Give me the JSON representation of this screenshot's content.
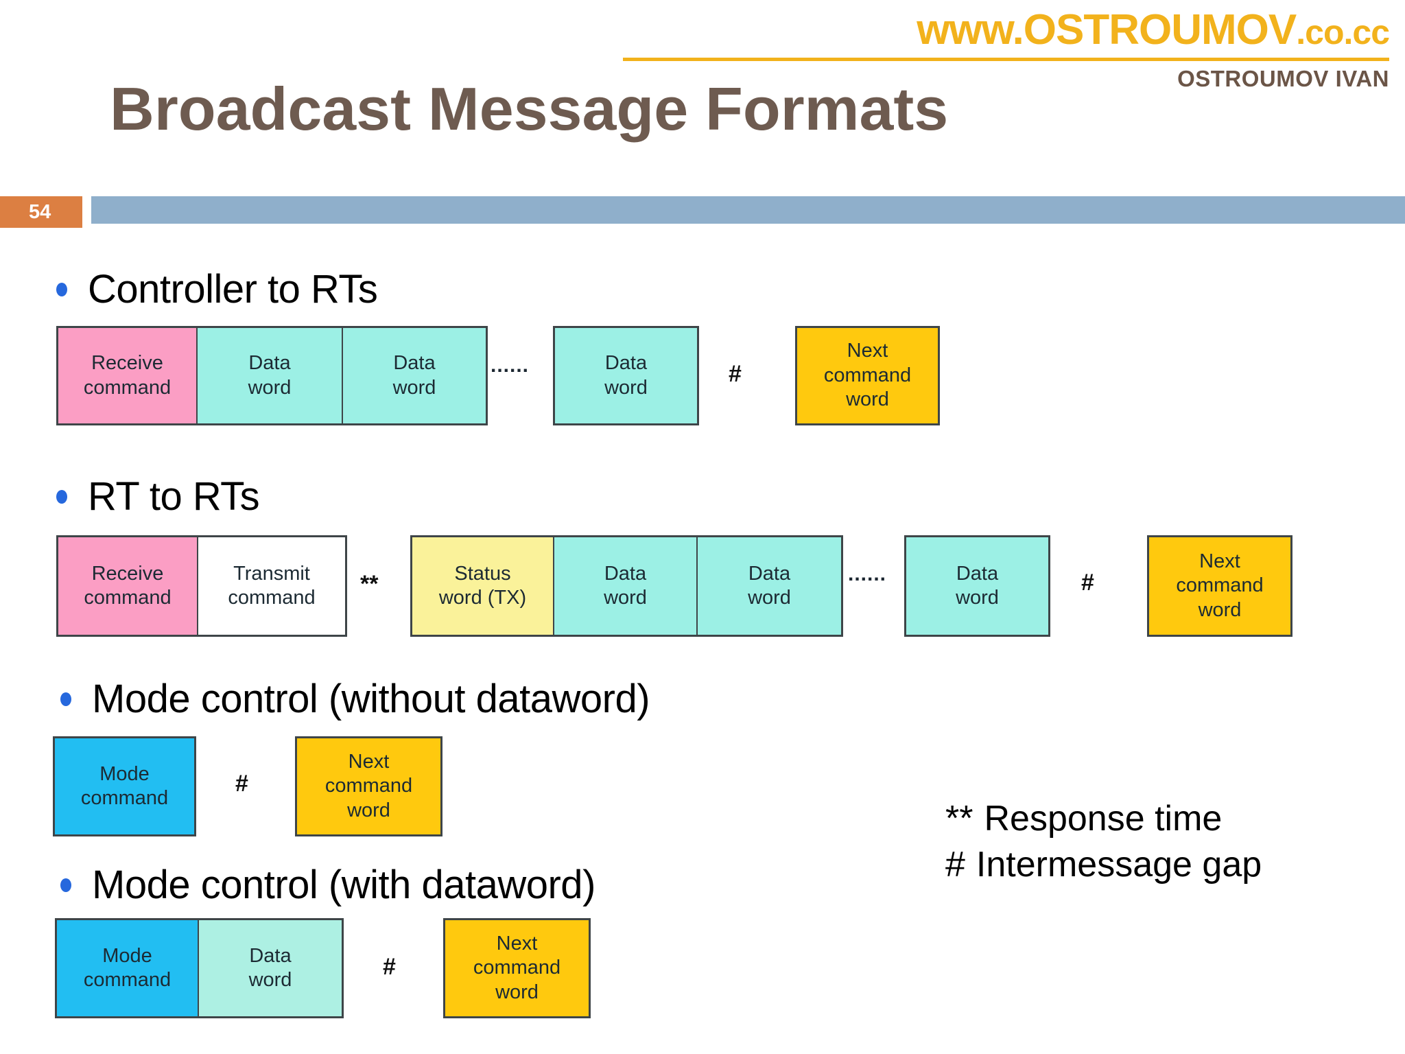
{
  "header": {
    "site_url_main": "www.OSTROUMOV",
    "site_url_tld": ".co.cc",
    "author": "OSTROUMOV IVAN",
    "title": "Broadcast Message Formats",
    "page_number": "54",
    "accent_orange": "#DC7F42",
    "accent_blue_bar": "#8FAFCB",
    "url_color": "#F2B21C",
    "title_color": "#6E5B50"
  },
  "sections": [
    {
      "heading": "Controller to RTs",
      "blocks": [
        {
          "line1": "Receive",
          "line2": "command",
          "color": "#FB9EC4"
        },
        {
          "line1": "Data",
          "line2": "word",
          "color": "#9CF0E5"
        },
        {
          "line1": "Data",
          "line2": "word",
          "color": "#9CF0E5"
        },
        {
          "line1": "Data",
          "line2": "word",
          "color": "#9CF0E5"
        },
        {
          "line1": "Next",
          "line2": "command",
          "line3": "word",
          "color": "#FFC90E"
        }
      ],
      "ellipsis": "......",
      "gap_marker": "#"
    },
    {
      "heading": "RT to RTs",
      "blocks": [
        {
          "line1": "Receive",
          "line2": "command",
          "color": "#FB9EC4"
        },
        {
          "line1": "Transmit",
          "line2": "command",
          "color": "#FFFFFF"
        },
        {
          "line1": "Status",
          "line2": "word (TX)",
          "color": "#FAF29A"
        },
        {
          "line1": "Data",
          "line2": "word",
          "color": "#9CF0E5"
        },
        {
          "line1": "Data",
          "line2": "word",
          "color": "#9CF0E5"
        },
        {
          "line1": "Data",
          "line2": "word",
          "color": "#9CF0E5"
        },
        {
          "line1": "Next",
          "line2": "command",
          "line3": "word",
          "color": "#FFC90E"
        }
      ],
      "ellipsis": "......",
      "response_marker": "**",
      "gap_marker": "#"
    },
    {
      "heading": "Mode control (without dataword)",
      "blocks": [
        {
          "line1": "Mode",
          "line2": "command",
          "color": "#22BEF2"
        },
        {
          "line1": "Next",
          "line2": "command",
          "line3": "word",
          "color": "#FFC90E"
        }
      ],
      "gap_marker": "#"
    },
    {
      "heading": "Mode control (with dataword)",
      "blocks": [
        {
          "line1": "Mode",
          "line2": "command",
          "color": "#22BEF2"
        },
        {
          "line1": "Data",
          "line2": "word",
          "color": "#ADF0E3"
        },
        {
          "line1": "Next",
          "line2": "command",
          "line3": "word",
          "color": "#FFC90E"
        }
      ],
      "gap_marker": "#"
    }
  ],
  "legend": {
    "response_symbol": "**",
    "response_text": "Response time",
    "gap_symbol": "#",
    "gap_text": "Intermessage gap"
  }
}
